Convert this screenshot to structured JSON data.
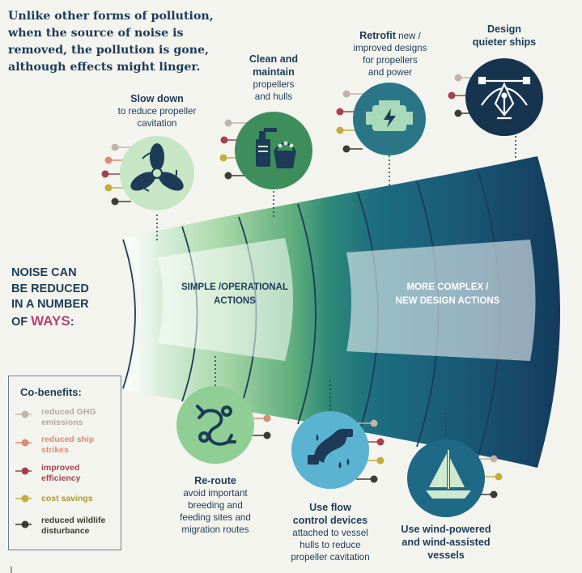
{
  "intro": {
    "lines": [
      "Unlike other forms of pollution,",
      "when the source of noise is",
      "removed, the pollution is gone,",
      "although effects might linger."
    ]
  },
  "ways": {
    "line1": "NOISE CAN",
    "line2": "BE REDUCED",
    "line3": "IN A NUMBER",
    "line4_prefix": "OF ",
    "line4_highlight": "WAYS",
    "line4_suffix": ":"
  },
  "bands": {
    "simple": {
      "line1": "SIMPLE /OPERATIONAL",
      "line2": "ACTIONS"
    },
    "complex": {
      "line1": "MORE COMPLEX /",
      "line2": "NEW DESIGN ACTIONS"
    }
  },
  "actions": {
    "slow_down": {
      "title": "Slow down",
      "desc1": "to reduce propeller",
      "desc2": "cavitation",
      "icon": "propeller-icon"
    },
    "clean": {
      "title1": "Clean and",
      "title2": "maintain",
      "desc1": "propellers",
      "desc2": "and hulls",
      "icon": "cleaning-icon"
    },
    "retrofit": {
      "title": "Retrofit",
      "title_suffix": " new /",
      "desc1": "improved designs",
      "desc2": "for propellers",
      "desc3": "and power",
      "icon": "engine-icon"
    },
    "design": {
      "title1": "Design",
      "title2": "quieter ships",
      "icon": "pen-tool-icon"
    },
    "reroute": {
      "title": "Re-route",
      "desc1": "avoid important",
      "desc2": "breeding and",
      "desc3": "feeding sites and",
      "desc4": "migration routes",
      "icon": "route-icon"
    },
    "flow": {
      "title1": "Use flow",
      "title2": "control devices",
      "desc1": "attached to vessel",
      "desc2": "hulls to reduce",
      "desc3": "propeller cavitation",
      "icon": "flow-device-icon"
    },
    "wind": {
      "title1": "Use wind-powered",
      "title2": "and wind-assisted",
      "title3": "vessels",
      "icon": "sailboat-icon"
    }
  },
  "legend": {
    "title": "Co-benefits:",
    "items": [
      {
        "line1": "reduced GHG",
        "line2": "emissions",
        "color": "#c0b4a8"
      },
      {
        "line1": "reduced ship",
        "line2": "strikes",
        "color": "#d98c72"
      },
      {
        "line1": "improved",
        "line2": "efficiency",
        "color": "#a5404f"
      },
      {
        "line1": "cost savings",
        "line2": "",
        "color": "#bfae3a"
      },
      {
        "line1": "reduced wildlife",
        "line2": "disturbance",
        "color": "#3c3c30"
      }
    ]
  },
  "colors": {
    "ghg": "#c0b4a8",
    "strikes": "#d98c72",
    "efficiency": "#a5404f",
    "cost": "#bfae3a",
    "wildlife": "#3c3c30",
    "navy": "#1d3b57",
    "ways_highlight": "#b4466c"
  }
}
